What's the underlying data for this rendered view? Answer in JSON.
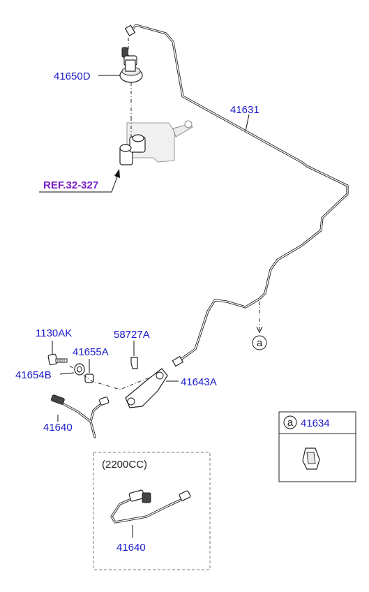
{
  "labels": {
    "master_cylinder_reservoir": "41650D",
    "tube_main": "41631",
    "ref": "REF.32-327",
    "bolt": "1130AK",
    "clip": "58727A",
    "bushing": "41655A",
    "washer": "41654B",
    "bracket": "41643A",
    "hose": "41640",
    "hose_variant": "41640",
    "callout_letter": "a",
    "detail_letter": "a",
    "detail_part": "41634"
  },
  "variant_box": {
    "title": "(2200CC)"
  },
  "colors": {
    "label": "#1a1acc",
    "ref": "#7a1fc9",
    "line": "#111111"
  }
}
